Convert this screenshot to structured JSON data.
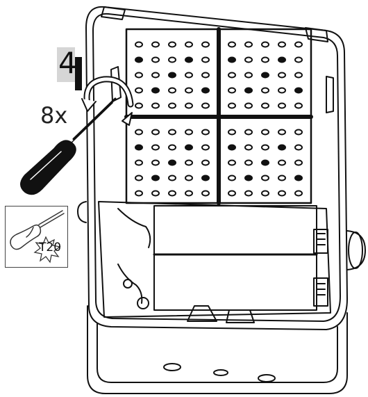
{
  "step": {
    "number": "4"
  },
  "instruction": {
    "count": "8x"
  },
  "tool": {
    "bit_label": "T20",
    "icon": "screwdriver-icon",
    "badge_icon": "torx-star-icon"
  },
  "colors": {
    "line": "#111111",
    "step_bg": "#d6d6d6",
    "background": "#ffffff"
  }
}
